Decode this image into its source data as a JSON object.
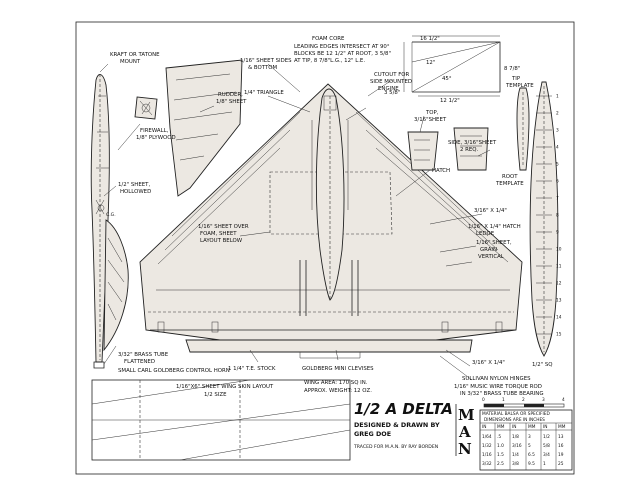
{
  "labels": {
    "kraft_mount": "KRAFT OR TATONE",
    "kraft_mount2": "MOUNT",
    "firewall": "FIREWALL,",
    "firewall2": "1/8\" PLYWOOD",
    "half_sheet": "1/2\" SHEET,",
    "half_sheet2": "HOLLOWED",
    "cg": "C.G.",
    "brass_tube": "3/32\" BRASS TUBE",
    "brass_tube2": "FLATTENED",
    "control_horn": "SMALL CARL GOLDBERG CONTROL HORN",
    "rudder": "RUDDER,",
    "rudder2": "1/8\" SHEET",
    "sheet_sides": "1/16\" SHEET SIDES",
    "sheet_sides2": "& BOTTOM",
    "triangle": "1/4\" TRIANGLE",
    "foam_core": "FOAM CORE",
    "foam_note1": "LEADING EDGES INTERSECT AT 90°",
    "foam_note2": "BLOCKS BE 12 1/2\" AT ROOT, 3 5/8\"",
    "foam_note3": "AT TIP, 8 7/8\"L.G., 12\" L.E.",
    "cutout": "CUTOUT FOR",
    "cutout2": "SIDE MOUNTED",
    "cutout3": "ENGINE",
    "top_sheet": "TOP,",
    "top_sheet2": "3/16\"SHEET",
    "side_sheet": "SIDE, 3/16\"SHEET",
    "side_sheet2": "2 REQ.",
    "hatch": "HATCH",
    "over_foam": "1/16\" SHEET OVER",
    "over_foam2": "FOAM, SHEET",
    "over_foam3": "LAYOUT BELOW",
    "spar": "3/16\" X 1/4\"",
    "hatch_ledge": "1/16\" X 1/4\" HATCH",
    "hatch_ledge2": "LEDGE",
    "grain": "1/16\" SHEET,",
    "grain2": "GRAIN",
    "grain3": "VERTICAL",
    "te_stock": "1 1/4\" T.E. STOCK",
    "clevises": "GOLDBERG MINI CLEVISES",
    "spar2": "3/16\" X 1/4\"",
    "hinges": "SULLIVAN NYLON HINGES",
    "torque": "1/16\" MUSIC WIRE TORQUE ROD",
    "torque2": "IN 3/32\" BRASS TUBE BEARING",
    "tip_template": "TIP",
    "tip_template2": "TEMPLATE",
    "root_template": "ROOT",
    "root_template2": "TEMPLATE",
    "scale_bottom": "1/2\" SQ",
    "skin_layout": "1/16\"X6\" SHEET WING SKIN LAYOUT",
    "skin_layout2": "1/2 SIZE",
    "wing_area": "WING AREA: 170 SQ IN.",
    "weight": "APPROX. WEIGHT: 12 OZ.",
    "title": "1/2 A DELTA",
    "designed": "DESIGNED & DRAWN BY",
    "designer": "GREG DOE",
    "traced": "TRACED FOR M.A.N. BY RAY BORDEN",
    "man_m": "M",
    "man_a": "A",
    "man_n": "N",
    "dim_16half": "16 1/2\"",
    "dim_12": "12\"",
    "dim_45": "45°",
    "dim_878": "8 7/8\"",
    "dim_358": "3 5/8\"",
    "dim_12half": "12 1/2\""
  },
  "scale_bar": {
    "ticks": [
      "0",
      "1",
      "2",
      "3",
      "4"
    ]
  },
  "table": {
    "header1": "MATERIAL BALSA OR SPECIFIED",
    "header2": "DIMENSIONS ARE IN INCHES",
    "cols": [
      "IN",
      "MM",
      "IN",
      "MM",
      "IN",
      "MM"
    ],
    "rows": [
      [
        "1/64",
        ".5",
        "1/8",
        "3",
        "1/2",
        "13"
      ],
      [
        "1/32",
        "1.0",
        "3/16",
        "5",
        "5/8",
        "16"
      ],
      [
        "1/16",
        "1.5",
        "1/4",
        "6.5",
        "3/4",
        "19"
      ],
      [
        "3/32",
        "2.5",
        "3/8",
        "9.5",
        "1",
        "25"
      ]
    ]
  },
  "rib_numbers": [
    "1",
    "2",
    "3",
    "4",
    "5",
    "6",
    "7",
    "8",
    "9",
    "10",
    "11",
    "12",
    "13",
    "14",
    "15"
  ]
}
